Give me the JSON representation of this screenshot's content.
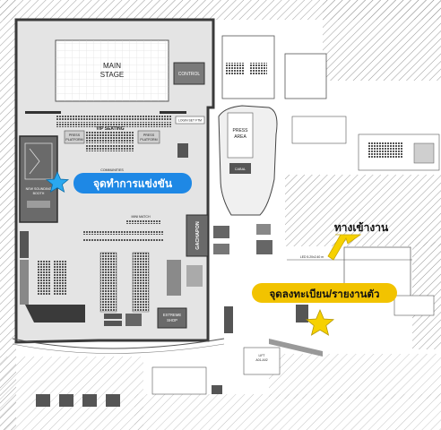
{
  "map": {
    "labels": {
      "main_stage": [
        "MAIN",
        "STAGE"
      ],
      "control": "CONTROL",
      "press_area": [
        "PRESS",
        "AREA"
      ],
      "cabal": "CABAL",
      "vip_seating": "VIP SEATING",
      "press_platform_left": [
        "PRESS",
        "PLATFORM"
      ],
      "press_platform_right": [
        "PRESS",
        "PLATFORM"
      ],
      "communities": "COMMUNITIES",
      "login_set_ftm": "LOGIN SET FTM",
      "new_sounding_booth": [
        "NEW SOUNDING",
        "BOOTH"
      ],
      "mini_match": "MINI MATCH",
      "gachapon": "GACHAPON",
      "extreme_shop": [
        "EXTREME",
        "SHOP"
      ],
      "led_screen": "LED 5.20x2.40 m",
      "lift": [
        "LIFT",
        "A01-A02"
      ]
    },
    "callouts": {
      "competition_point": "จุดทำการแข่งขัน",
      "entrance": "ทางเข้างาน",
      "registration_point": "จุดลงทะเบียน/รายงานตัว"
    },
    "colors": {
      "callout_blue": "#1E88E5",
      "callout_yellow": "#F2C300",
      "star_blue": "#2AA8F0",
      "star_yellow": "#F6D100",
      "hall_fill": "#E4E4E4",
      "wall": "#3A3A3A"
    },
    "icons": [
      "star-icon",
      "star-icon",
      "entrance-arrow-icon"
    ]
  }
}
